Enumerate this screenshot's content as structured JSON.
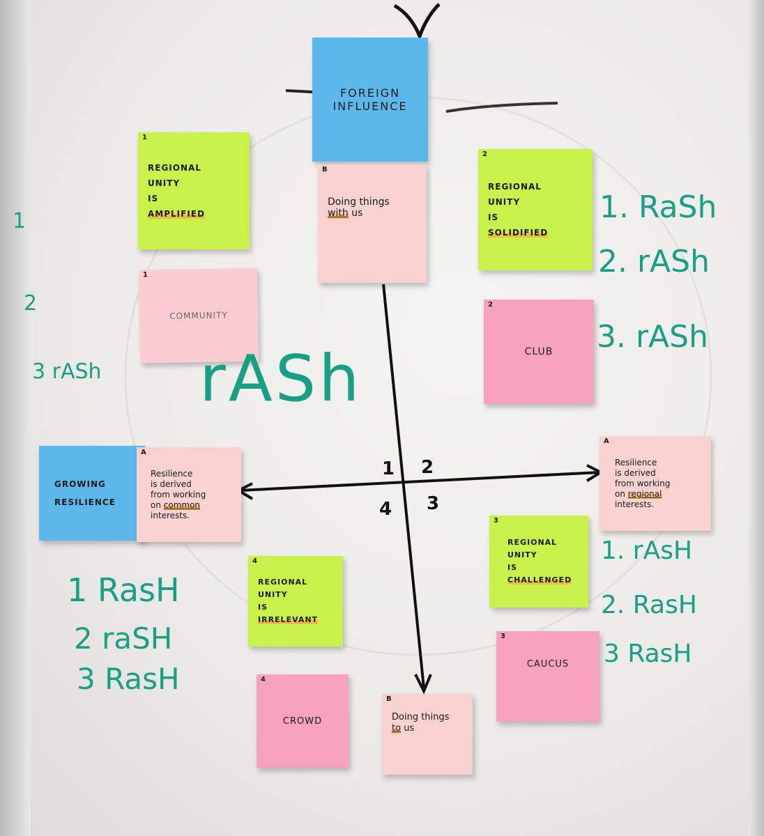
{
  "notes": {
    "foreign_influence": "FOREIGN INFLUENCE",
    "growing_resilience": "GROWING RESILIENCE",
    "ru1": {
      "num": "1",
      "line1": "REGIONAL",
      "line2": "UNITY",
      "line3": "IS",
      "line4": "AMPLIFIED"
    },
    "ru2": {
      "num": "2",
      "line1": "REGIONAL",
      "line2": "UNITY",
      "line3": "IS",
      "line4": "SOLIDIFIED"
    },
    "ru3": {
      "num": "3",
      "line1": "REGIONAL",
      "line2": "UNITY",
      "line3": "IS",
      "line4": "CHALLENGED"
    },
    "ru4": {
      "num": "4",
      "line1": "REGIONAL",
      "line2": "UNITY",
      "line3": "IS",
      "line4": "IRRELEVANT"
    },
    "community": {
      "num": "1",
      "label": "COMMUNITY"
    },
    "club": {
      "num": "2",
      "label": "CLUB"
    },
    "caucus": {
      "num": "3",
      "label": "CAUCUS"
    },
    "crowd": {
      "num": "4",
      "label": "CROWD"
    },
    "with_us": {
      "num": "B",
      "line1": "Doing things",
      "line2_a": "with",
      "line2_b": " us"
    },
    "to_us": {
      "num": "B",
      "line1": "Doing things",
      "line2_a": "to",
      "line2_b": " us"
    },
    "common": {
      "num": "A",
      "line1": "Resilience",
      "line2": "is derived",
      "line3": "from working",
      "line4_a": "on ",
      "line4_b": "common",
      "line5": "interests."
    },
    "regional": {
      "num": "A",
      "line1": "Resilience",
      "line2": "is derived",
      "line3": "from working",
      "line4_a": "on ",
      "line4_b": "regional",
      "line5": "interests."
    }
  },
  "quadrants": [
    "1",
    "2",
    "3",
    "4"
  ],
  "marker": {
    "left_top": [
      "1",
      "2",
      "3 rASh"
    ],
    "big": "rASh",
    "right_top": [
      "1. RaSh",
      "2. rASh",
      "3. rASh"
    ],
    "left_bottom": [
      "1 RasH",
      "2 raSH",
      "3 RasH"
    ],
    "right_bottom": [
      "1. rAsH",
      "2. RasH",
      "3 RasH"
    ]
  },
  "colors": {
    "green_note": "#c8f24a",
    "blue_note": "#5cb7ea",
    "pink_note": "#f7a2bf",
    "light_pink_note": "#f9cdd2",
    "peach_note": "#f7d2cf",
    "marker_green": "#17a083",
    "axis_black": "#111111"
  }
}
